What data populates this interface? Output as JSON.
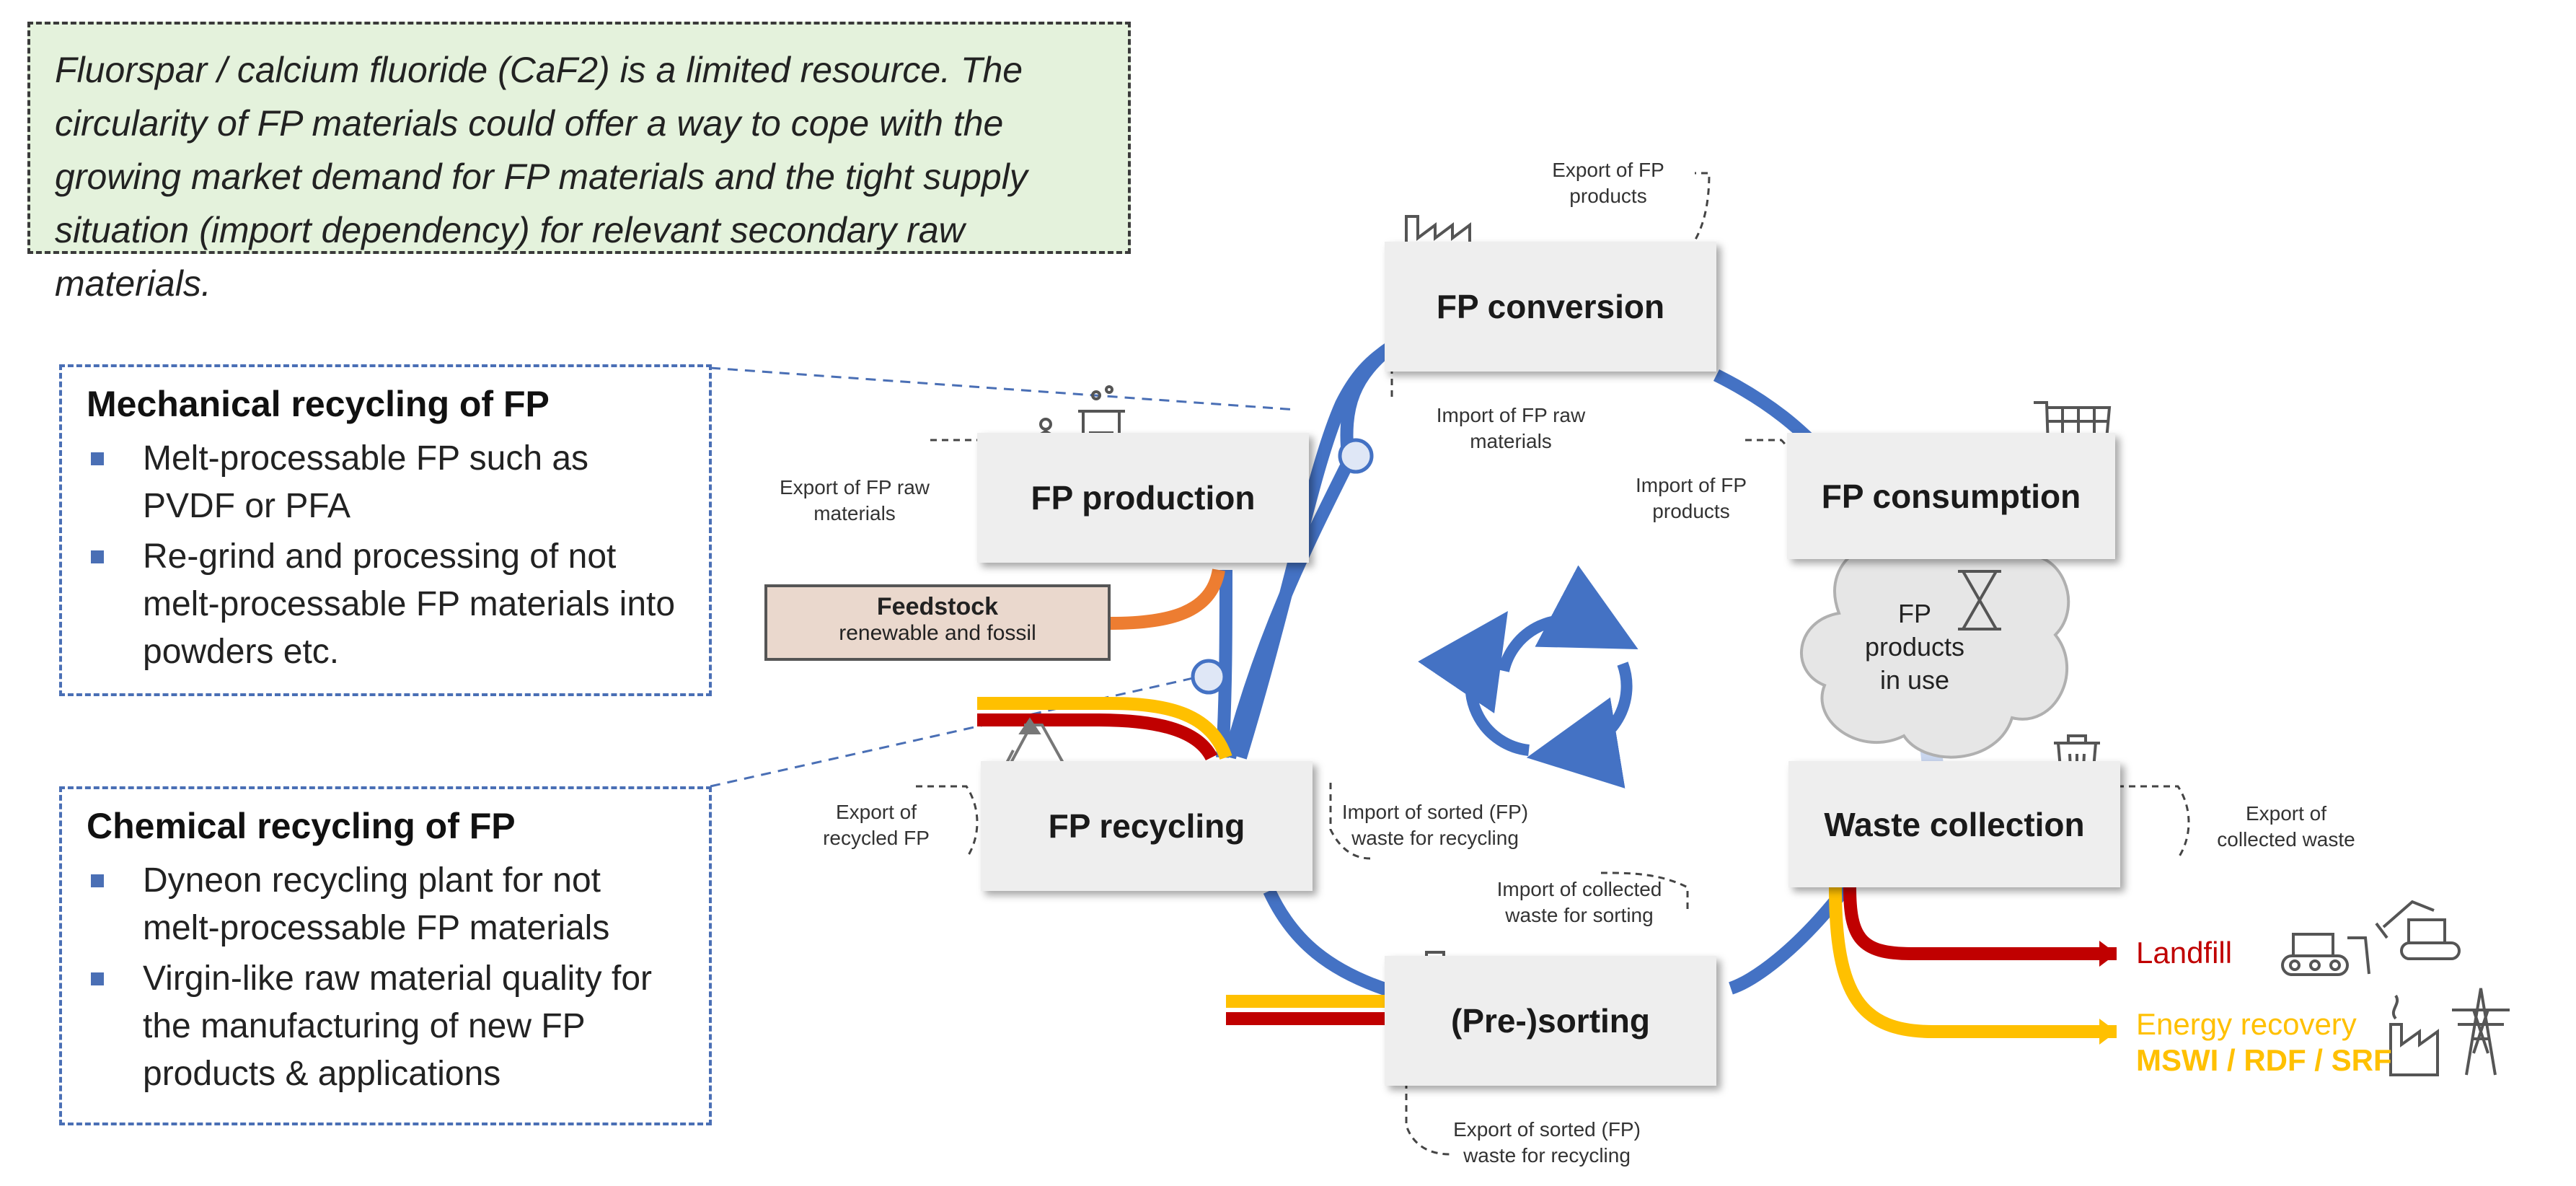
{
  "intro_text": "Fluorspar / calcium fluoride (CaF2) is a limited resource. The circularity of FP materials could offer a way to cope with the growing market demand for FP materials and the tight supply situation (import dependency) for relevant secondary raw materials.",
  "mechanical": {
    "title": "Mechanical recycling of FP",
    "items": [
      "Melt-processable FP such as PVDF or PFA",
      "Re-grind and processing of not melt-processable FP materials into powders etc."
    ]
  },
  "chemical": {
    "title": "Chemical recycling of FP",
    "items": [
      "Dyneon recycling plant for not melt-processable FP materials",
      "Virgin-like raw material quality for the manufacturing of new FP products & applications"
    ]
  },
  "stages": {
    "conversion": "FP conversion",
    "production": "FP production",
    "consumption": "FP consumption",
    "recycling": "FP recycling",
    "waste_collection": "Waste collection",
    "sorting": "(Pre-)sorting"
  },
  "feedstock": {
    "title": "Feedstock",
    "subtitle": "renewable and fossil"
  },
  "cloud": {
    "line1": "FP",
    "line2": "products",
    "line3": "in use"
  },
  "notes": {
    "export_fp_products": [
      "Export of FP",
      "products"
    ],
    "import_fp_raw": [
      "Import of FP raw",
      "materials"
    ],
    "export_fp_raw": [
      "Export of FP raw",
      "materials"
    ],
    "import_fp_products": [
      "Import of FP",
      "products"
    ],
    "export_recycled": [
      "Export of",
      "recycled FP"
    ],
    "import_sorted": [
      "Import of sorted (FP)",
      "waste for recycling"
    ],
    "import_collected": [
      "Import of collected",
      "waste for sorting"
    ],
    "export_collected": [
      "Export of",
      "collected waste"
    ],
    "export_sorted": [
      "Export of sorted (FP)",
      "waste for recycling"
    ]
  },
  "outputs": {
    "landfill": "Landfill",
    "energy1": "Energy recovery",
    "energy2": "MSWI / RDF / SRF"
  },
  "colors": {
    "flow_blue": "#4472c4",
    "landfill_red": "#c00000",
    "energy_yellow": "#ffc000",
    "feedstock_orange": "#ed7d31",
    "intro_bg": "#e4f2dc",
    "panel_border": "#4a6fb5"
  },
  "icons": [
    "factory-icon",
    "molecule-icon",
    "beaker-icon",
    "shopping-cart-icon",
    "hourglass-icon",
    "trash-bin-icon",
    "recycle-icon",
    "flowchart-icon",
    "bulldozer-icon",
    "excavator-icon",
    "power-plant-icon",
    "power-pylon-icon",
    "cycle-arrows-icon"
  ]
}
